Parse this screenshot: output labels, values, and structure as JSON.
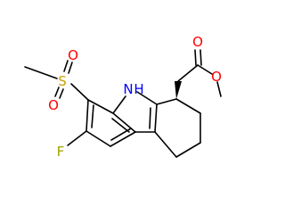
{
  "molecule": {
    "colors": {
      "bond": "#000000",
      "carbon_label": "#000000",
      "oxygen": "#ff0000",
      "sulfur": "#c8a000",
      "nitrogen": "#0000ff",
      "fluorine": "#a0a000"
    },
    "atoms": {
      "methyl_sulfonyl_o_top": "O",
      "methyl_sulfonyl_s": "S",
      "methyl_sulfonyl_o_bottom": "O",
      "indole_n": "N",
      "indole_h": "H",
      "fluorine": "F",
      "carbonyl_o": "O",
      "ester_o": "O"
    }
  }
}
